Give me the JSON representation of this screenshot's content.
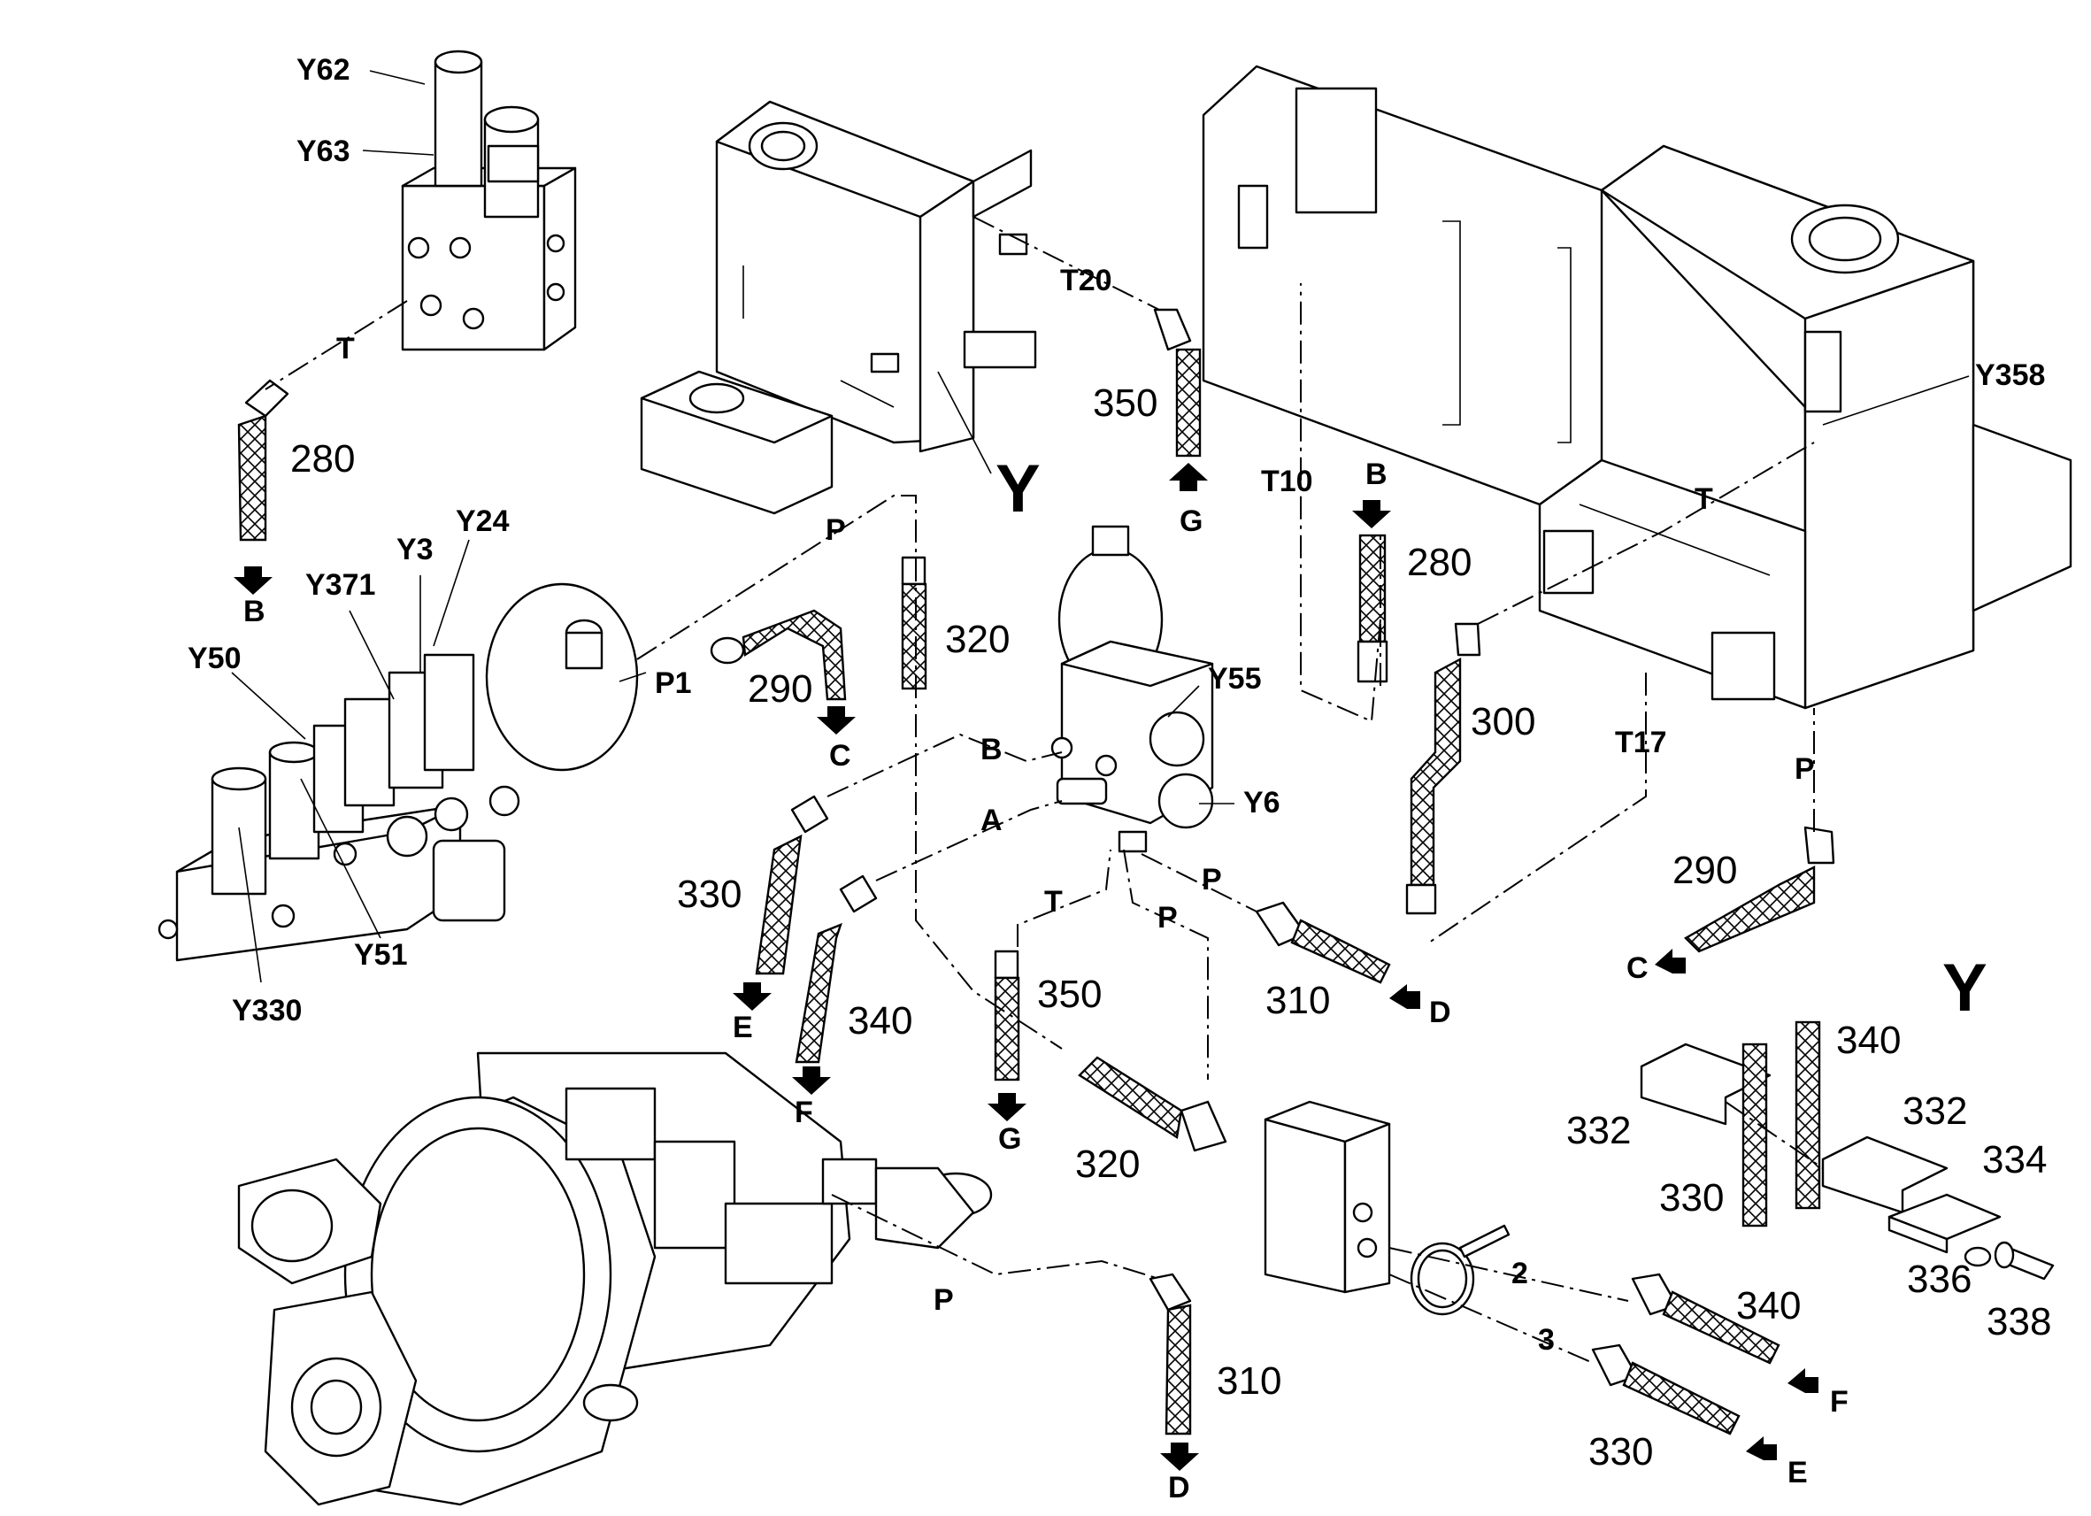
{
  "diagram": {
    "detail_view_label": "Y",
    "callouts": [
      {
        "id": "y62",
        "text": "Y62"
      },
      {
        "id": "y63",
        "text": "Y63"
      },
      {
        "id": "t-top-left",
        "text": "T"
      },
      {
        "id": "280-left",
        "text": "280"
      },
      {
        "id": "b-left",
        "text": "B"
      },
      {
        "id": "y371",
        "text": "Y371"
      },
      {
        "id": "y3",
        "text": "Y3"
      },
      {
        "id": "y24",
        "text": "Y24"
      },
      {
        "id": "y50",
        "text": "Y50"
      },
      {
        "id": "y51",
        "text": "Y51"
      },
      {
        "id": "y330",
        "text": "Y330"
      },
      {
        "id": "p-upper",
        "text": "P"
      },
      {
        "id": "p1",
        "text": "P1"
      },
      {
        "id": "290-mid",
        "text": "290"
      },
      {
        "id": "c-mid",
        "text": "C"
      },
      {
        "id": "320-upper",
        "text": "320"
      },
      {
        "id": "y-detail-pointer",
        "text": "Y"
      },
      {
        "id": "t20",
        "text": "T20"
      },
      {
        "id": "350-upper",
        "text": "350"
      },
      {
        "id": "g-upper",
        "text": "G"
      },
      {
        "id": "t10",
        "text": "T10"
      },
      {
        "id": "b-right",
        "text": "B"
      },
      {
        "id": "280-right",
        "text": "280"
      },
      {
        "id": "y358",
        "text": "Y358"
      },
      {
        "id": "t-right",
        "text": "T"
      },
      {
        "id": "y55",
        "text": "Y55"
      },
      {
        "id": "b-mid",
        "text": "B"
      },
      {
        "id": "a-mid",
        "text": "A"
      },
      {
        "id": "y6",
        "text": "Y6"
      },
      {
        "id": "300",
        "text": "300"
      },
      {
        "id": "t17",
        "text": "T17"
      },
      {
        "id": "p-right",
        "text": "P"
      },
      {
        "id": "290-right",
        "text": "290"
      },
      {
        "id": "c-right",
        "text": "C"
      },
      {
        "id": "330-mid",
        "text": "330"
      },
      {
        "id": "e-mid",
        "text": "E"
      },
      {
        "id": "340-mid",
        "text": "340"
      },
      {
        "id": "f-mid",
        "text": "F"
      },
      {
        "id": "t-mid",
        "text": "T"
      },
      {
        "id": "p-mid-a",
        "text": "P"
      },
      {
        "id": "p-mid-b",
        "text": "P"
      },
      {
        "id": "350-lower",
        "text": "350"
      },
      {
        "id": "g-lower",
        "text": "G"
      },
      {
        "id": "310-mid",
        "text": "310"
      },
      {
        "id": "d-mid",
        "text": "D"
      },
      {
        "id": "320-lower",
        "text": "320"
      },
      {
        "id": "p-lower",
        "text": "P"
      },
      {
        "id": "310-lower",
        "text": "310"
      },
      {
        "id": "d-lower",
        "text": "D"
      },
      {
        "id": "340-detail-top",
        "text": "340"
      },
      {
        "id": "332-left",
        "text": "332"
      },
      {
        "id": "332-right",
        "text": "332"
      },
      {
        "id": "334",
        "text": "334"
      },
      {
        "id": "330-detail",
        "text": "330"
      },
      {
        "id": "336",
        "text": "336"
      },
      {
        "id": "338",
        "text": "338"
      },
      {
        "id": "2",
        "text": "2"
      },
      {
        "id": "3",
        "text": "3"
      },
      {
        "id": "340-detail-bottom",
        "text": "340"
      },
      {
        "id": "f-right",
        "text": "F"
      },
      {
        "id": "330-detail-bottom",
        "text": "330"
      },
      {
        "id": "e-right",
        "text": "E"
      }
    ]
  }
}
